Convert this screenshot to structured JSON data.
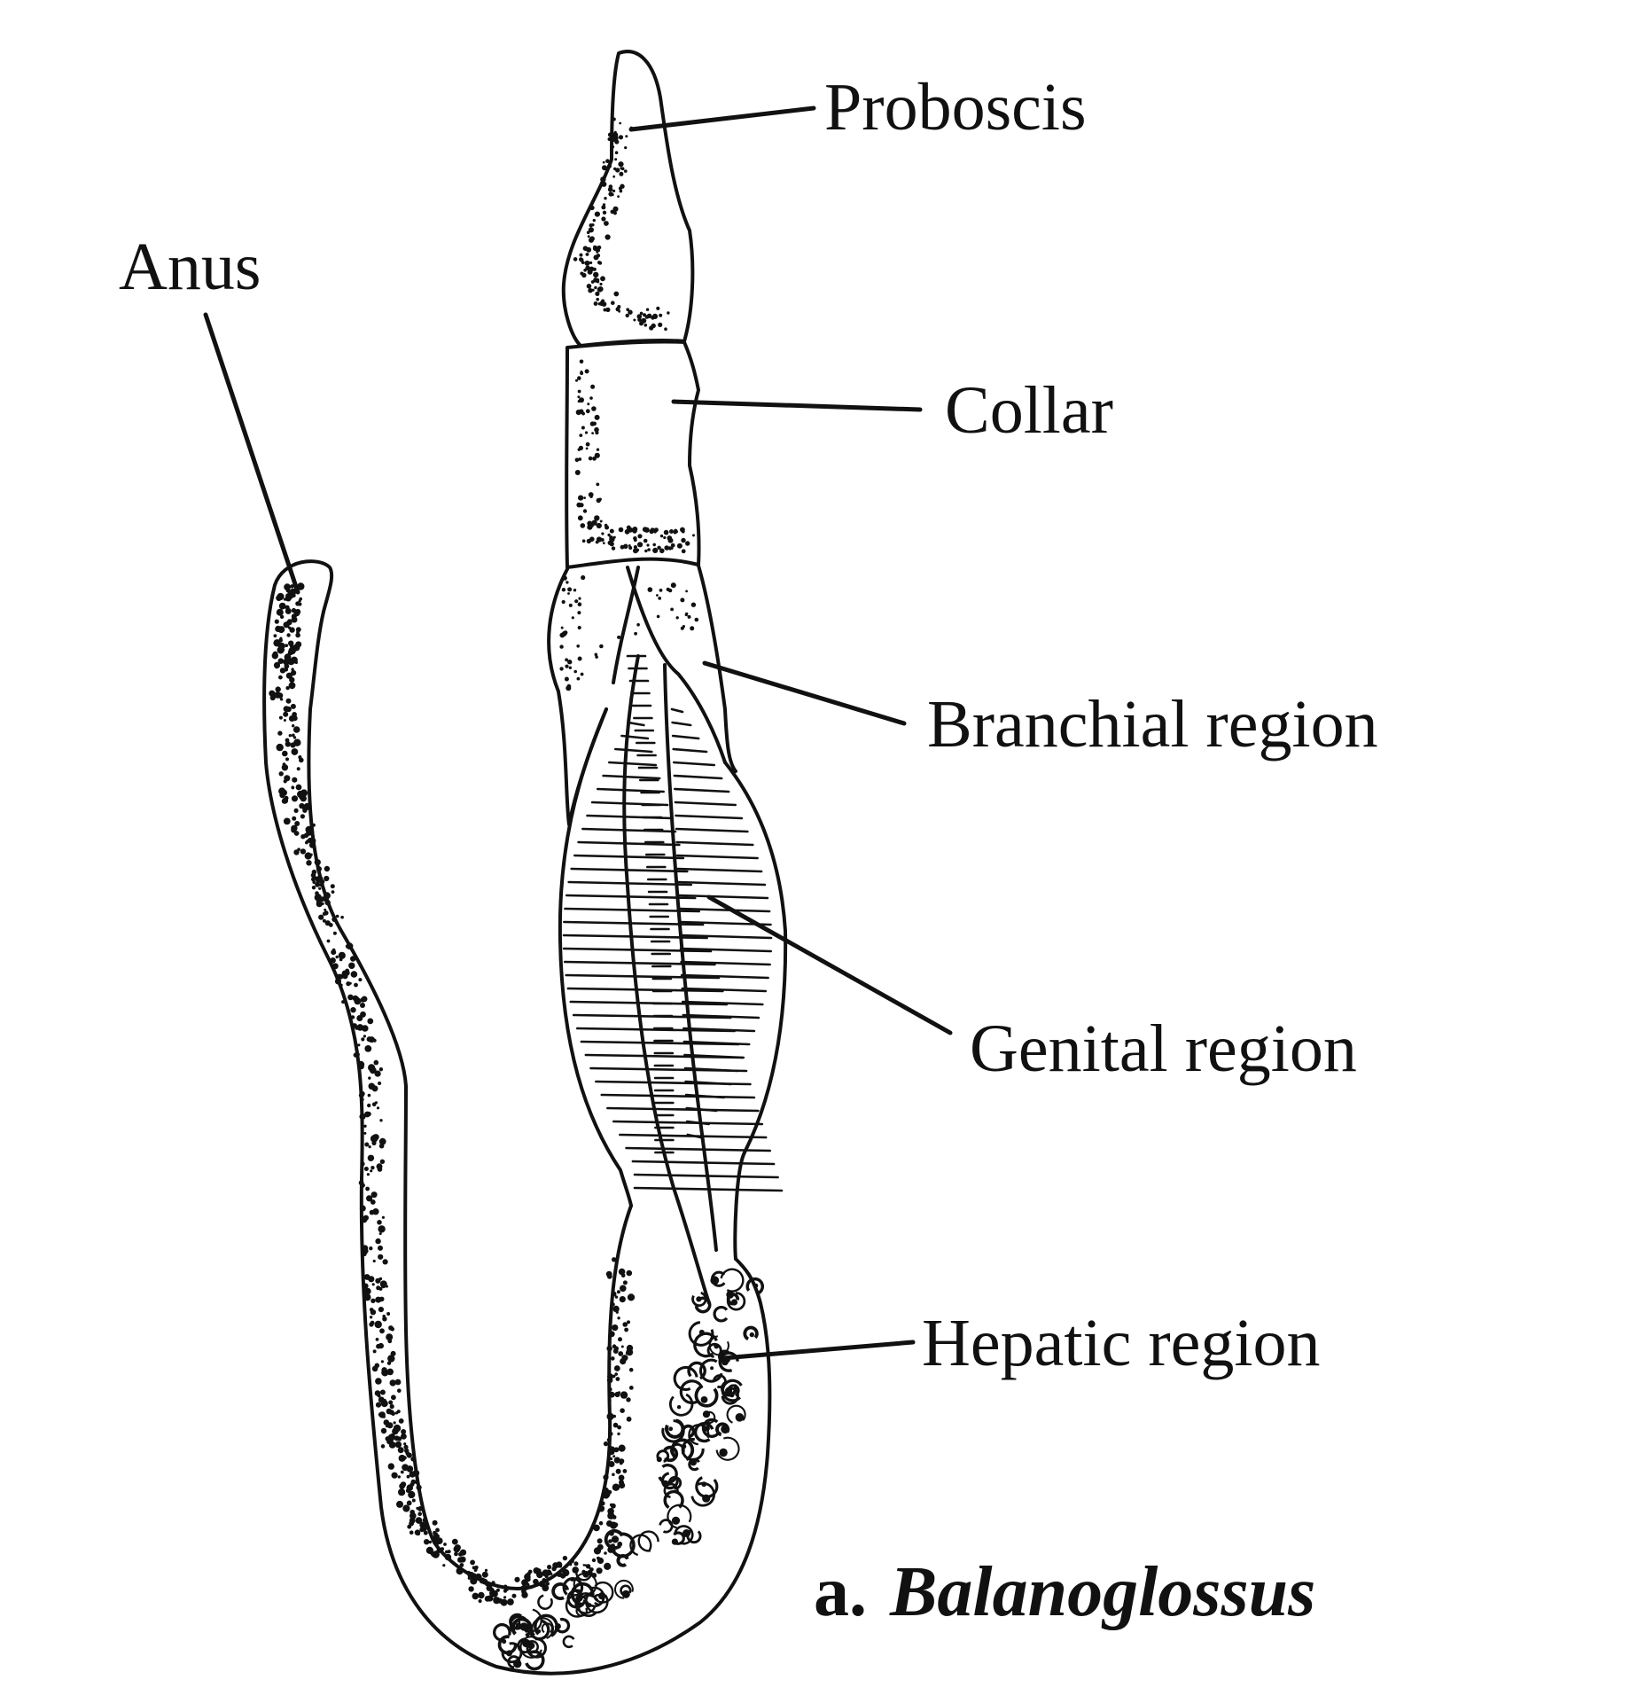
{
  "labels": {
    "proboscis": "Proboscis",
    "anus": "Anus",
    "collar": "Collar",
    "branchial": "Branchial region",
    "genital": "Genital region",
    "hepatic": "Hepatic region"
  },
  "caption": {
    "letter": "a.",
    "name": "Balanoglossus"
  },
  "colors": {
    "ink": "#111111",
    "background": "#ffffff"
  }
}
